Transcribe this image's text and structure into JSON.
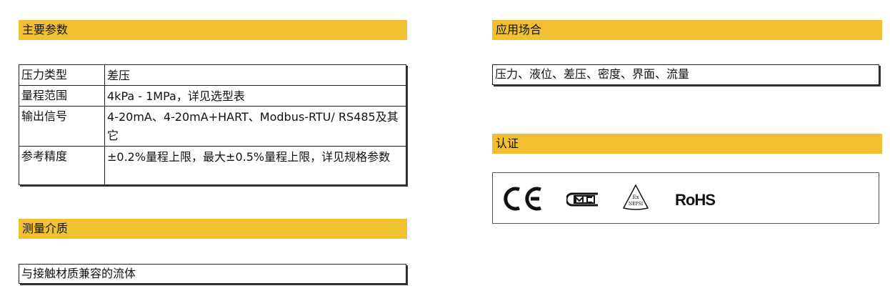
{
  "left": {
    "main_params": {
      "title": "主要参数",
      "rows": [
        {
          "key": "压力类型",
          "value": "差压"
        },
        {
          "key": "量程范围",
          "value": "4kPa - 1MPa，详见选型表"
        },
        {
          "key": "输出信号",
          "value": "4-20mA、4-20mA+HART、Modbus-RTU/ RS485及其它"
        },
        {
          "key": "参考精度",
          "value": "±0.2%量程上限，最大±0.5%量程上限，详见规格参数"
        }
      ]
    },
    "medium": {
      "title": "测量介质",
      "value": "与接触材质兼容的流体"
    }
  },
  "right": {
    "application": {
      "title": "应用场合",
      "value": "压力、液位、差压、密度、界面、流量"
    },
    "certification": {
      "title": "认证",
      "logos": [
        {
          "icon": "ce-mark-icon",
          "text": "CE"
        },
        {
          "icon": "cmc-mark-icon",
          "text": "MC"
        },
        {
          "icon": "explosion-proof-icon",
          "text": "Ex NEPSI"
        },
        {
          "icon": "rohs-icon",
          "text": "RoHS"
        }
      ]
    }
  }
}
